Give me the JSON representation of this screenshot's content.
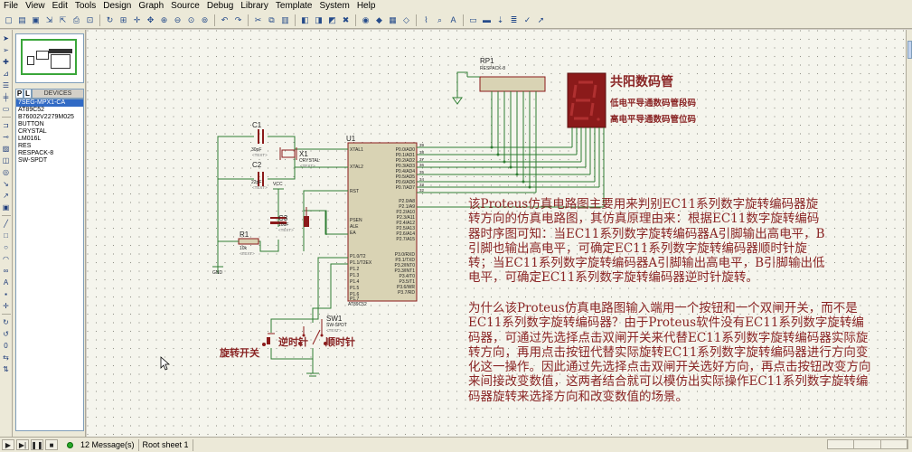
{
  "menu": [
    "File",
    "View",
    "Edit",
    "Tools",
    "Design",
    "Graph",
    "Source",
    "Debug",
    "Library",
    "Template",
    "System",
    "Help"
  ],
  "toolbar_icons": [
    "new-file-icon",
    "open-file-icon",
    "save-icon",
    "import-icon",
    "export-icon",
    "print-icon",
    "print-area-icon",
    "refresh-icon",
    "toggle-grid-icon",
    "origin-icon",
    "pan-icon",
    "zoom-in-icon",
    "zoom-out-icon",
    "zoom-all-icon",
    "zoom-area-icon",
    "undo-icon",
    "redo-icon",
    "cut-icon",
    "copy-icon",
    "paste-icon",
    "block-copy-icon",
    "block-move-icon",
    "block-rotate-icon",
    "block-delete-icon",
    "pick-device-icon",
    "make-device-icon",
    "packaging-icon",
    "decompose-icon",
    "wire-autorouter-icon",
    "search-tag-icon",
    "property-assignment-icon",
    "new-sheet-icon",
    "remove-sheet-icon",
    "zoom-to-child-icon",
    "bill-of-materials-icon",
    "electrical-check-icon",
    "netlist-to-ares-icon"
  ],
  "tool_icons": [
    "selection-mode-icon",
    "component-mode-icon",
    "junction-dot-icon",
    "wire-label-icon",
    "text-script-icon",
    "buses-icon",
    "sub-circuit-icon",
    "terminals-icon",
    "device-pins-icon",
    "graph-mode-icon",
    "tape-recorder-icon",
    "generator-icon",
    "voltage-probe-icon",
    "current-probe-icon",
    "virtual-instruments-icon",
    "line-icon",
    "box-icon",
    "circle-icon",
    "arc-icon",
    "path-icon",
    "text-icon",
    "symbol-icon",
    "marker-icon",
    "rotate-cw-icon",
    "rotate-ccw-icon",
    "rotation-value-icon",
    "mirror-x-icon",
    "mirror-y-icon"
  ],
  "rotation_value": "0",
  "devices": {
    "header": "DEVICES",
    "p_label": "P",
    "l_label": "L",
    "items": [
      "7SEG-MPX1-CA",
      "AT89C52",
      "B76002V2279M025",
      "BUTTON",
      "CRYSTAL",
      "LM016L",
      "RES",
      "RESPACK-8",
      "SW-SPDT"
    ],
    "selected_index": 0
  },
  "schematic": {
    "rp1_ref": "RP1",
    "rp1_value": "RESPACK-8",
    "display_title": "共阳数码管",
    "display_note_1": "低电平导通数码管段码",
    "display_note_2": "高电平导通数码管位码",
    "c1_ref": "C1",
    "c1_value": "30pF",
    "c2_ref": "C2",
    "c2_value": "22pF",
    "c3_ref": "C3",
    "c3_value": "10uF",
    "x1_ref": "X1",
    "x1_value": "CRYSTAL",
    "r1_ref": "R1",
    "r1_value": "10k",
    "u1_ref": "U1",
    "u1_value": "AT89C52",
    "sw1_ref": "SW1",
    "sw1_value": "SW-SPDT",
    "vcc_label": "VCC",
    "gnd_label": "GND",
    "text_placeholder": "<TEXT>",
    "label_rotate_switch": "旋转开关",
    "label_ccw": "逆时针",
    "label_cw": "顺时针",
    "u1_left_pins": [
      "XTAL1",
      "XTAL2",
      "RST",
      "PSEN",
      "ALE",
      "EA",
      "P1.0/T2",
      "P1.1/T2EX",
      "P1.2",
      "P1.3",
      "P1.4",
      "P1.5",
      "P1.6",
      "P1.7"
    ],
    "u1_right_pins": [
      "P0.0/AD0",
      "P0.1/AD1",
      "P0.2/AD2",
      "P0.3/AD3",
      "P0.4/AD4",
      "P0.5/AD5",
      "P0.6/AD6",
      "P0.7/AD7",
      "P2.0/A8",
      "P2.1/A9",
      "P2.2/A10",
      "P2.3/A11",
      "P2.4/A12",
      "P2.5/A13",
      "P2.6/A14",
      "P2.7/A15",
      "P3.0/RXD",
      "P3.1/TXD",
      "P3.2/INT0",
      "P3.3/INT1",
      "P3.4/T0",
      "P3.5/T1",
      "P3.6/WR",
      "P3.7/RD"
    ],
    "u1_right_pin_numbers": [
      "39",
      "38",
      "37",
      "36",
      "35",
      "34",
      "33",
      "32"
    ]
  },
  "description": {
    "para1": "该Proteus仿真电路图主要用来判别EC11系列数字旋转编码器旋转方向的仿真电路图，其仿真原理由来：根据EC11数字旋转编码器时序图可知：当EC11系列数字旋转编码器A引脚输出高电平，B引脚也输出高电平，可确定EC11系列数字旋转编码器顺时针旋转；当EC11系列数字旋转编码器A引脚输出高电平，B引脚输出低电平，可确定EC11系列数字旋转编码器逆时针旋转。",
    "para2": "为什么该Proteus仿真电路图输入端用一个按钮和一个双闸开关，而不是EC11系列数字旋转编码器？由于Proteus软件没有EC11系列数字旋转编码器，可通过先选择点击双闸开关来代替EC11系列数字旋转编码器实际旋转方向，再用点击按钮代替实际旋转EC11系列数字旋转编码器进行方向变化这一操作。因此通过先选择点击双闸开关选好方向，再点击按钮改变方向来间接改变数值，这两者结合就可以模仿出实际操作EC11系列数字旋转编码器旋转来选择方向和改变数值的场景。"
  },
  "status": {
    "messages": "12 Message(s)",
    "sheet": "Root sheet 1",
    "sim_buttons": [
      "play-icon",
      "step-icon",
      "pause-icon",
      "stop-icon"
    ]
  },
  "colors": {
    "wire": "#2e7d32",
    "component": "#8b1a1a",
    "chip_fill": "#d9d3b4",
    "annotation_text": "#8a2525",
    "selection": "#316ac5"
  }
}
